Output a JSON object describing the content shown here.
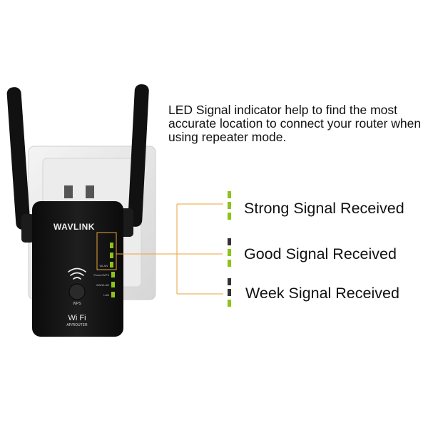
{
  "description": "LED Signal indicator help to find the most accurate location to connect your router when using repeater mode.",
  "device": {
    "brand": "WAVLINK",
    "led_labels": [
      "WLAN",
      "Power/WPS",
      "WAN/LAN",
      "LAN"
    ],
    "button_label": "WPS",
    "wifi_logo": "Wi Fi",
    "mode_label": "AP/ROUTER"
  },
  "legend": [
    {
      "label": "Strong Signal Received",
      "lit_bars": 3,
      "total_bars": 3
    },
    {
      "label": "Good Signal Received",
      "lit_bars": 2,
      "total_bars": 3
    },
    {
      "label": "Week Signal Received",
      "lit_bars": 1,
      "total_bars": 3
    }
  ],
  "colors": {
    "led_on": "#8cc31a",
    "led_off": "#333333",
    "connector": "#e8a33a",
    "device": "#141414"
  }
}
